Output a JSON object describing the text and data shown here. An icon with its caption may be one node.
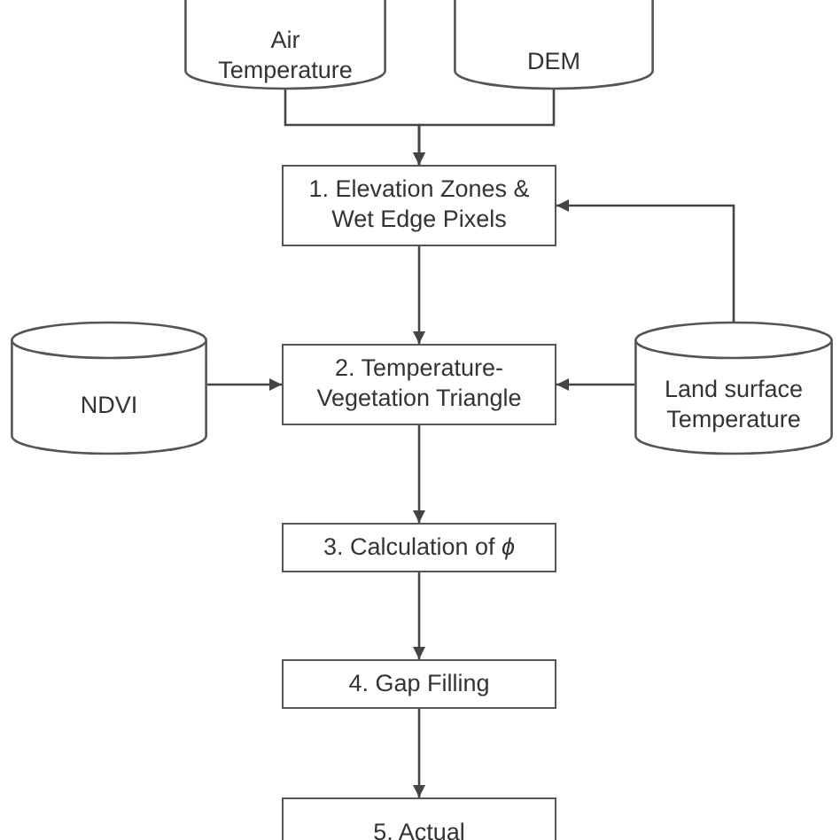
{
  "diagram": {
    "nodes": [
      {
        "text": [
          "Air Temperature"
        ]
      },
      {
        "text": [
          "DEM"
        ]
      },
      {
        "text": [
          "1. Elevation Zones & Wet Edge Pixels"
        ]
      },
      {
        "text": [
          "NDVI"
        ]
      },
      {
        "text": [
          "2. Temperature-Vegetation Triangle"
        ]
      },
      {
        "text": [
          "Land surface Temperature"
        ]
      },
      {
        "text": [
          "3. Calculation of *ϕ*"
        ]
      },
      {
        "text": [
          "4. Gap Filling"
        ]
      },
      {
        "text": [
          "5. Actual"
        ]
      }
    ],
    "edges": [
      {
        "from": 0,
        "to": 2,
        "arrow": "to"
      },
      {
        "from": 1,
        "to": 2,
        "arrow": "to"
      },
      {
        "from": 5,
        "to": 2,
        "arrow": "to"
      },
      {
        "from": 2,
        "to": 4,
        "arrow": "to"
      },
      {
        "from": 3,
        "to": 4,
        "arrow": "to"
      },
      {
        "from": 5,
        "to": 4,
        "arrow": "to"
      },
      {
        "from": 4,
        "to": 6,
        "arrow": "to"
      },
      {
        "from": 6,
        "to": 7,
        "arrow": "to"
      },
      {
        "from": 7,
        "to": 8,
        "arrow": "to"
      }
    ]
  }
}
